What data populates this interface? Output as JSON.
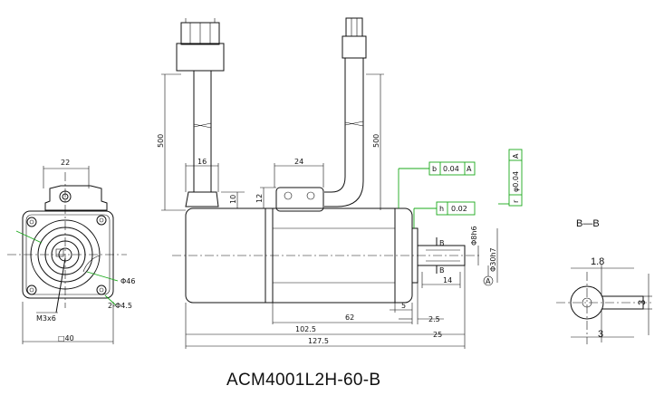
{
  "model": "ACM4001L2H-60-B",
  "section_label": "B—B",
  "front_view": {
    "dim_top": "22",
    "dim_square": "□40",
    "dim_pcd": "Φ46",
    "dim_holes": "2-Φ4.5",
    "dim_thread": "M3x6"
  },
  "side_view": {
    "cable_len_left": "500",
    "cable_len_right": "500",
    "conn_width": "16",
    "conn_height": "10",
    "enc_width": "24",
    "enc_height": "12",
    "shaft_dia": "Φ8h6",
    "pilot_dia": "Φ30h7",
    "shaft_len": "14",
    "key_len_5": "5",
    "flange_len": "2.5",
    "dim_62": "62",
    "dim_102": "102.5",
    "dim_127": "127.5",
    "dim_25": "25",
    "section_marks": [
      "B",
      "B"
    ],
    "datum": "A"
  },
  "tolerances": [
    {
      "symbol": "b",
      "value": "0.04",
      "datum": "A"
    },
    {
      "symbol": "h",
      "value": "0.02",
      "datum": ""
    },
    {
      "symbol": "r",
      "value": "φ0.04",
      "datum": "A"
    }
  ],
  "section_view": {
    "dim_key_depth": "1.8",
    "dim_key_width": "3",
    "dim_key_len": "3"
  }
}
